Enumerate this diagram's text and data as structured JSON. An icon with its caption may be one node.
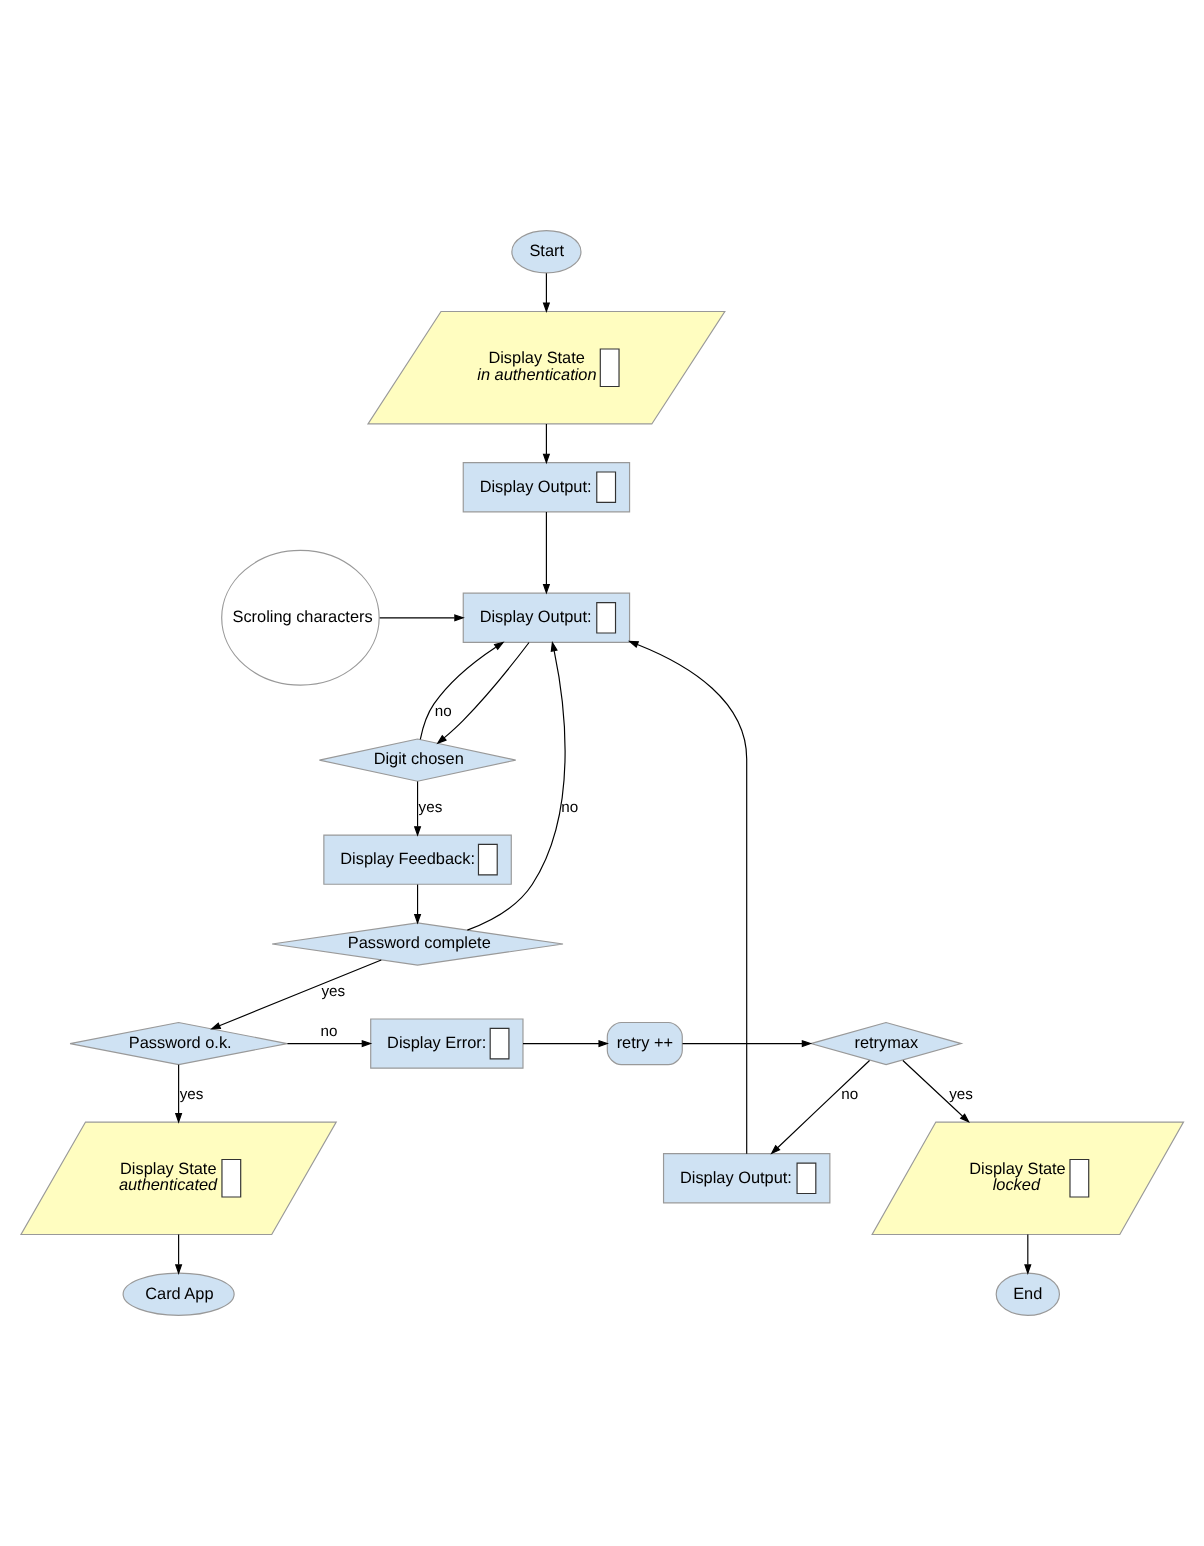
{
  "diagram": {
    "nodes": [
      {
        "text": [
          "Start"
        ]
      },
      {
        "text": [
          "Display State",
          "in authentication"
        ]
      },
      {
        "text": [
          "Display Output:"
        ]
      },
      {
        "text": [
          "Display Output:"
        ]
      },
      {
        "text": [
          "Display Output:"
        ]
      },
      {
        "text": [
          "Scroling characters"
        ]
      },
      {
        "text": [
          "Digit chosen"
        ]
      },
      {
        "text": [
          "Display Feedback:"
        ]
      },
      {
        "text": [
          "Password complete"
        ]
      },
      {
        "text": [
          "Password o.k."
        ]
      },
      {
        "text": [
          "Display Error:"
        ]
      },
      {
        "text": [
          "retry ++"
        ]
      },
      {
        "text": [
          "retrymax"
        ]
      },
      {
        "text": [
          "Display State",
          "locked"
        ]
      },
      {
        "text": [
          "End"
        ]
      },
      {
        "text": [
          "Display State",
          "authenticated"
        ]
      },
      {
        "text": [
          "Card App"
        ]
      }
    ],
    "edges": [
      {
        "from": 0,
        "to": 1,
        "arrow": "to"
      },
      {
        "from": 1,
        "to": 3,
        "arrow": "to"
      },
      {
        "from": 2,
        "to": 4,
        "arrow": "to"
      },
      {
        "from": 3,
        "to": 4,
        "arrow": "to"
      },
      {
        "from": 5,
        "to": 4,
        "arrow": "to"
      },
      {
        "from": 4,
        "to": 6,
        "arrow": "to"
      },
      {
        "from": 6,
        "to": 4,
        "arrow": "to",
        "label": "no"
      },
      {
        "from": 6,
        "to": 7,
        "arrow": "to",
        "label": "yes"
      },
      {
        "from": 7,
        "to": 8,
        "arrow": "to"
      },
      {
        "from": 8,
        "to": 4,
        "arrow": "to",
        "label": "no"
      },
      {
        "from": 8,
        "to": 9,
        "arrow": "to",
        "label": "yes"
      },
      {
        "from": 9,
        "to": 10,
        "arrow": "to",
        "label": "no"
      },
      {
        "from": 10,
        "to": 11,
        "arrow": "to"
      },
      {
        "from": 11,
        "to": 12,
        "arrow": "to"
      },
      {
        "from": 12,
        "to": 2,
        "arrow": "to",
        "label": "no"
      },
      {
        "from": 12,
        "to": 13,
        "arrow": "to",
        "label": "yes"
      },
      {
        "from": 13,
        "to": 14,
        "arrow": "to"
      },
      {
        "from": 9,
        "to": 15,
        "arrow": "to",
        "label": "yes"
      },
      {
        "from": 15,
        "to": 16,
        "arrow": "to"
      }
    ]
  }
}
